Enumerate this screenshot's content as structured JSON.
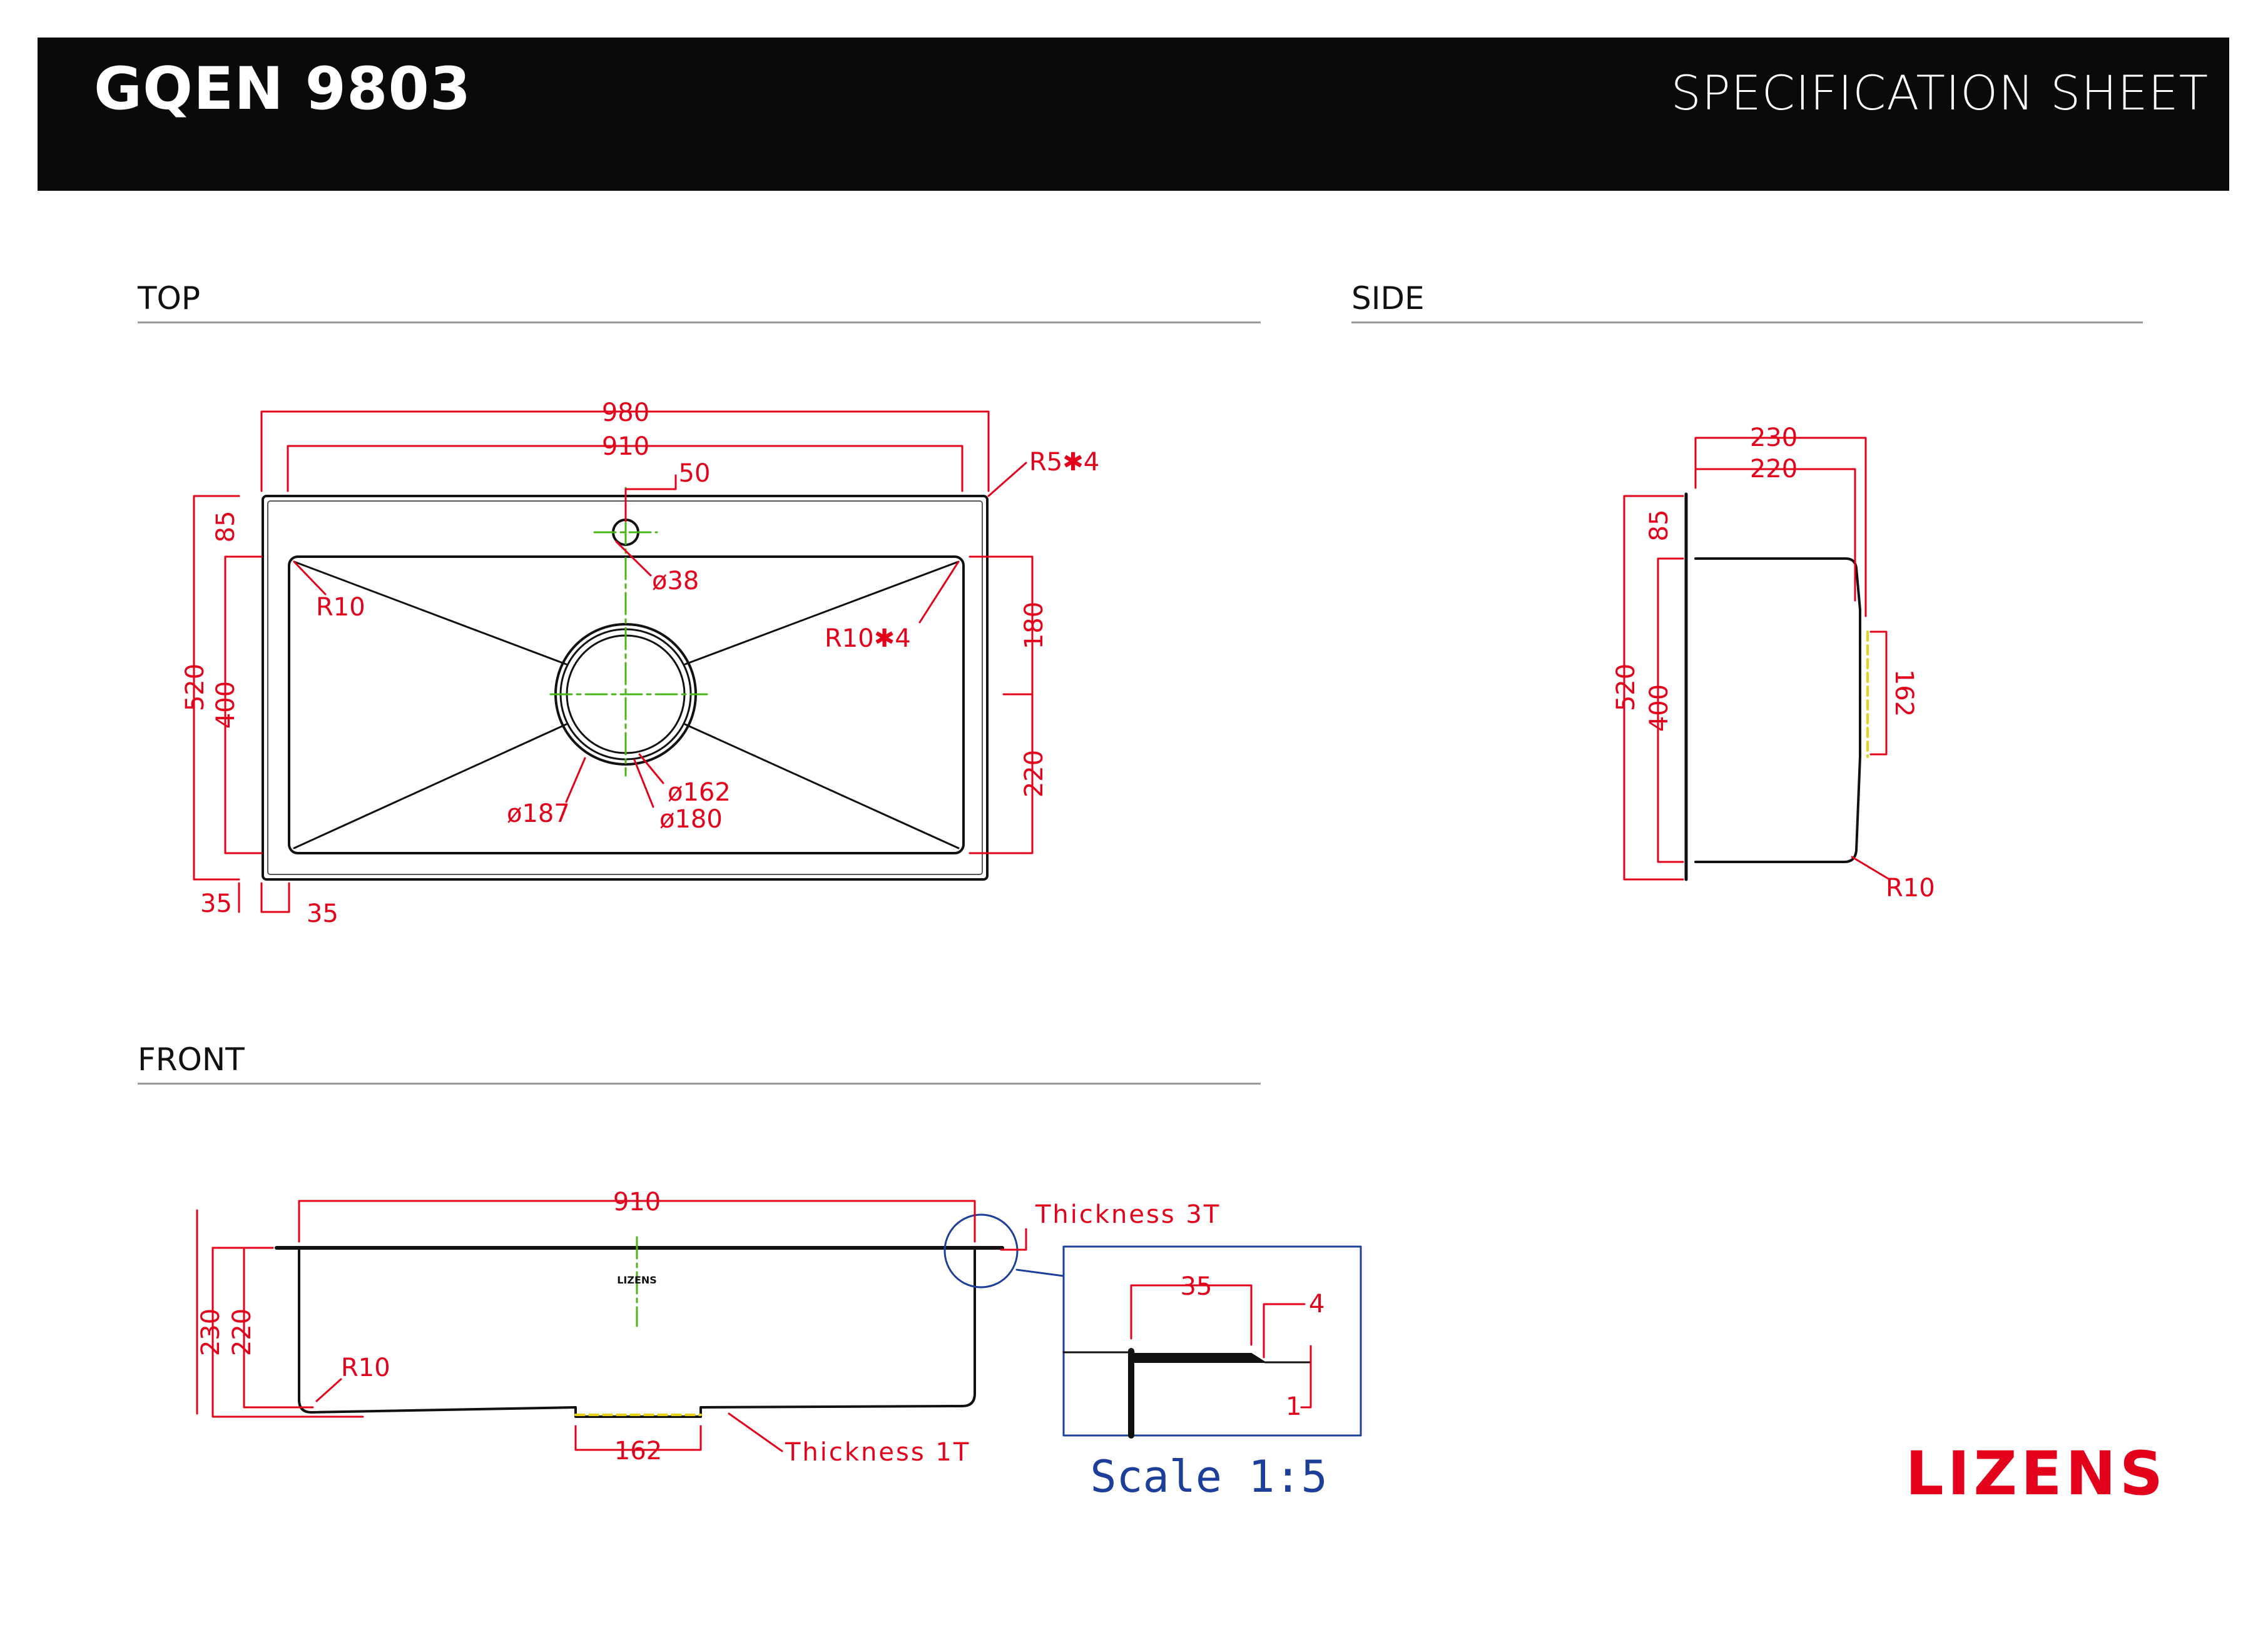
{
  "header": {
    "model": "GQEN 9803",
    "sheet_title": "SPECIFICATION SHEET"
  },
  "sections": {
    "top": "TOP",
    "side": "SIDE",
    "front": "FRONT"
  },
  "top_view": {
    "overall_width": "980",
    "bowl_width": "910",
    "drain_offset": "50",
    "corner_outer": "R5✱4",
    "tap_hole": "ø38",
    "corner_left": "R10",
    "corner_right": "R10✱4",
    "rim_top": "85",
    "overall_depth": "520",
    "bowl_depth": "400",
    "drain_to_top": "180",
    "drain_to_bottom": "220",
    "drain_outer": "ø187",
    "drain_inner": "ø162",
    "drain_mid": "ø180",
    "rim_left": "35",
    "rim_left_inner": "35"
  },
  "side_view": {
    "overall_height": "230",
    "bowl_height": "220",
    "rim_top": "85",
    "overall_depth": "520",
    "bowl_depth": "400",
    "drain_width": "162",
    "corner": "R10"
  },
  "front_view": {
    "bowl_width": "910",
    "overall_height": "230",
    "bowl_height": "220",
    "corner": "R10",
    "drain_width": "162",
    "bottom_thickness": "Thickness 1T",
    "rim_thickness": "Thickness 3T",
    "logo_mark": "LIZENS"
  },
  "detail": {
    "flange_width": "35",
    "flange_height": "4",
    "edge_thickness": "1",
    "scale": "Scale 1:5"
  },
  "brand": "LIZENS"
}
